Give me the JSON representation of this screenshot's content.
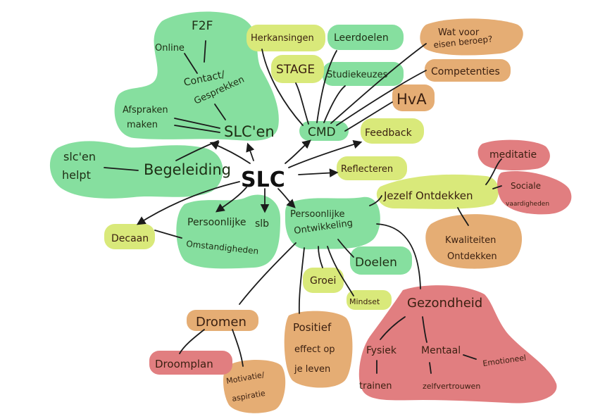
{
  "colors": {
    "green": "#86df9f",
    "yellow": "#d9e97a",
    "orange": "#e5ad74",
    "red": "#e17e80"
  },
  "center": "SLC",
  "nodes": {
    "online": "Online",
    "f2f": "F2F",
    "contact": "Contact/",
    "gesprekken": "Gesprekken",
    "afspraken": "Afspraken",
    "maken": "maken",
    "slcen": "SLC'en",
    "slc_helpt": "slc'en",
    "helpt": "helpt",
    "begeleiding": "Begeleiding",
    "decaan": "Decaan",
    "persoonlijke": "Persoonlijke",
    "omstandigheden": "Omstandigheden",
    "slb": "slb",
    "herkansingen": "Herkansingen",
    "stage": "STAGE",
    "leerdoelen": "Leerdoelen",
    "studiekeuzes": "Studiekeuzes",
    "wat_voor": "Wat voor",
    "eisen_beroep": "eisen beroep?",
    "competenties": "Competenties",
    "hva": "HvA",
    "cmd": "CMD",
    "feedback": "Feedback",
    "reflecteren": "Reflecteren",
    "meditatie": "meditatie",
    "sociale": "Sociale",
    "vaardigheden": "vaardigheden",
    "jezelf": "Jezelf Ontdekken",
    "kwaliteiten": "Kwaliteiten",
    "ontdekken": "Ontdekken",
    "pers_ontw_1": "Persoonlijke",
    "pers_ontw_2": "Ontwikkeling",
    "doelen": "Doelen",
    "groei": "Groei",
    "mindset": "Mindset",
    "gezondheid": "Gezondheid",
    "fysiek": "Fysiek",
    "mentaal": "Mentaal",
    "emotioneel": "Emotioneel",
    "trainen": "trainen",
    "zelfvertrouwen": "zelfvertrouwen",
    "dromen": "Dromen",
    "droomplan": "Droomplan",
    "motivatie": "Motivatie/",
    "aspiratie": "aspiratie",
    "positief1": "Positief",
    "positief2": "effect op",
    "positief3": "je leven"
  }
}
